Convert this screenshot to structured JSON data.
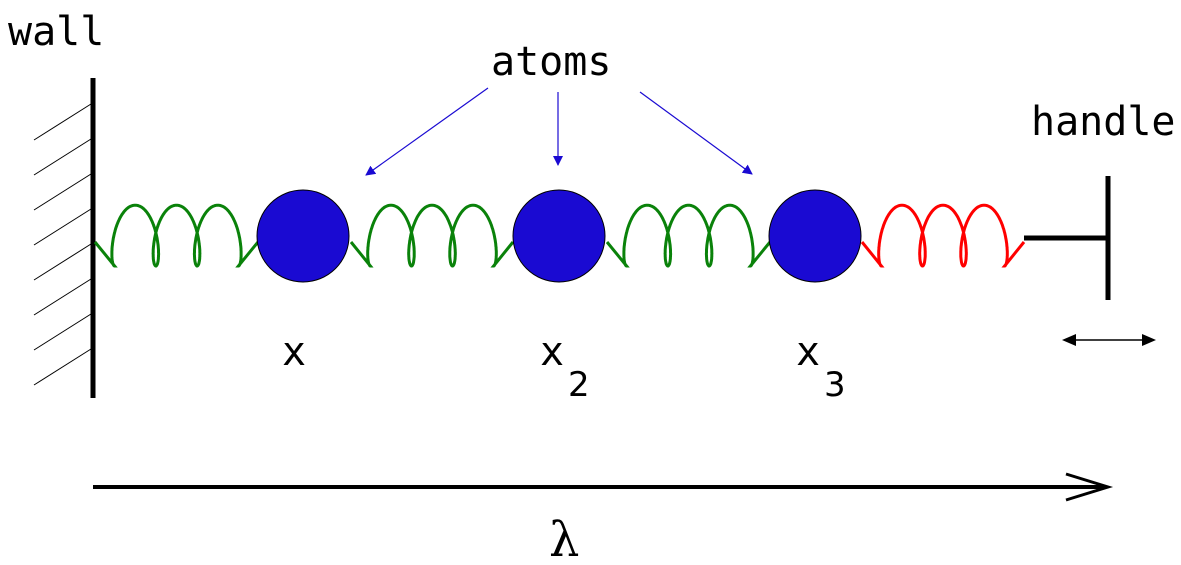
{
  "labels": {
    "wall": "wall",
    "atoms": "atoms",
    "handle": "handle",
    "x1_base": "x",
    "x2_base": "x",
    "x2_sub": "2",
    "x3_base": "x",
    "x3_sub": "3",
    "lambda": "λ"
  },
  "colors": {
    "atom": "#1a0ad2",
    "spring_green": "#0a820a",
    "spring_red": "#ff0000",
    "arrow_blue": "#1a0ad2",
    "line": "#000000"
  },
  "springs": [
    {
      "name": "spring-wall-atom1",
      "color": "green",
      "coils": 3
    },
    {
      "name": "spring-atom1-atom2",
      "color": "green",
      "coils": 3
    },
    {
      "name": "spring-atom2-atom3",
      "color": "green",
      "coils": 3
    },
    {
      "name": "spring-atom3-handle",
      "color": "red",
      "coils": 3
    }
  ],
  "atom_count": 3
}
